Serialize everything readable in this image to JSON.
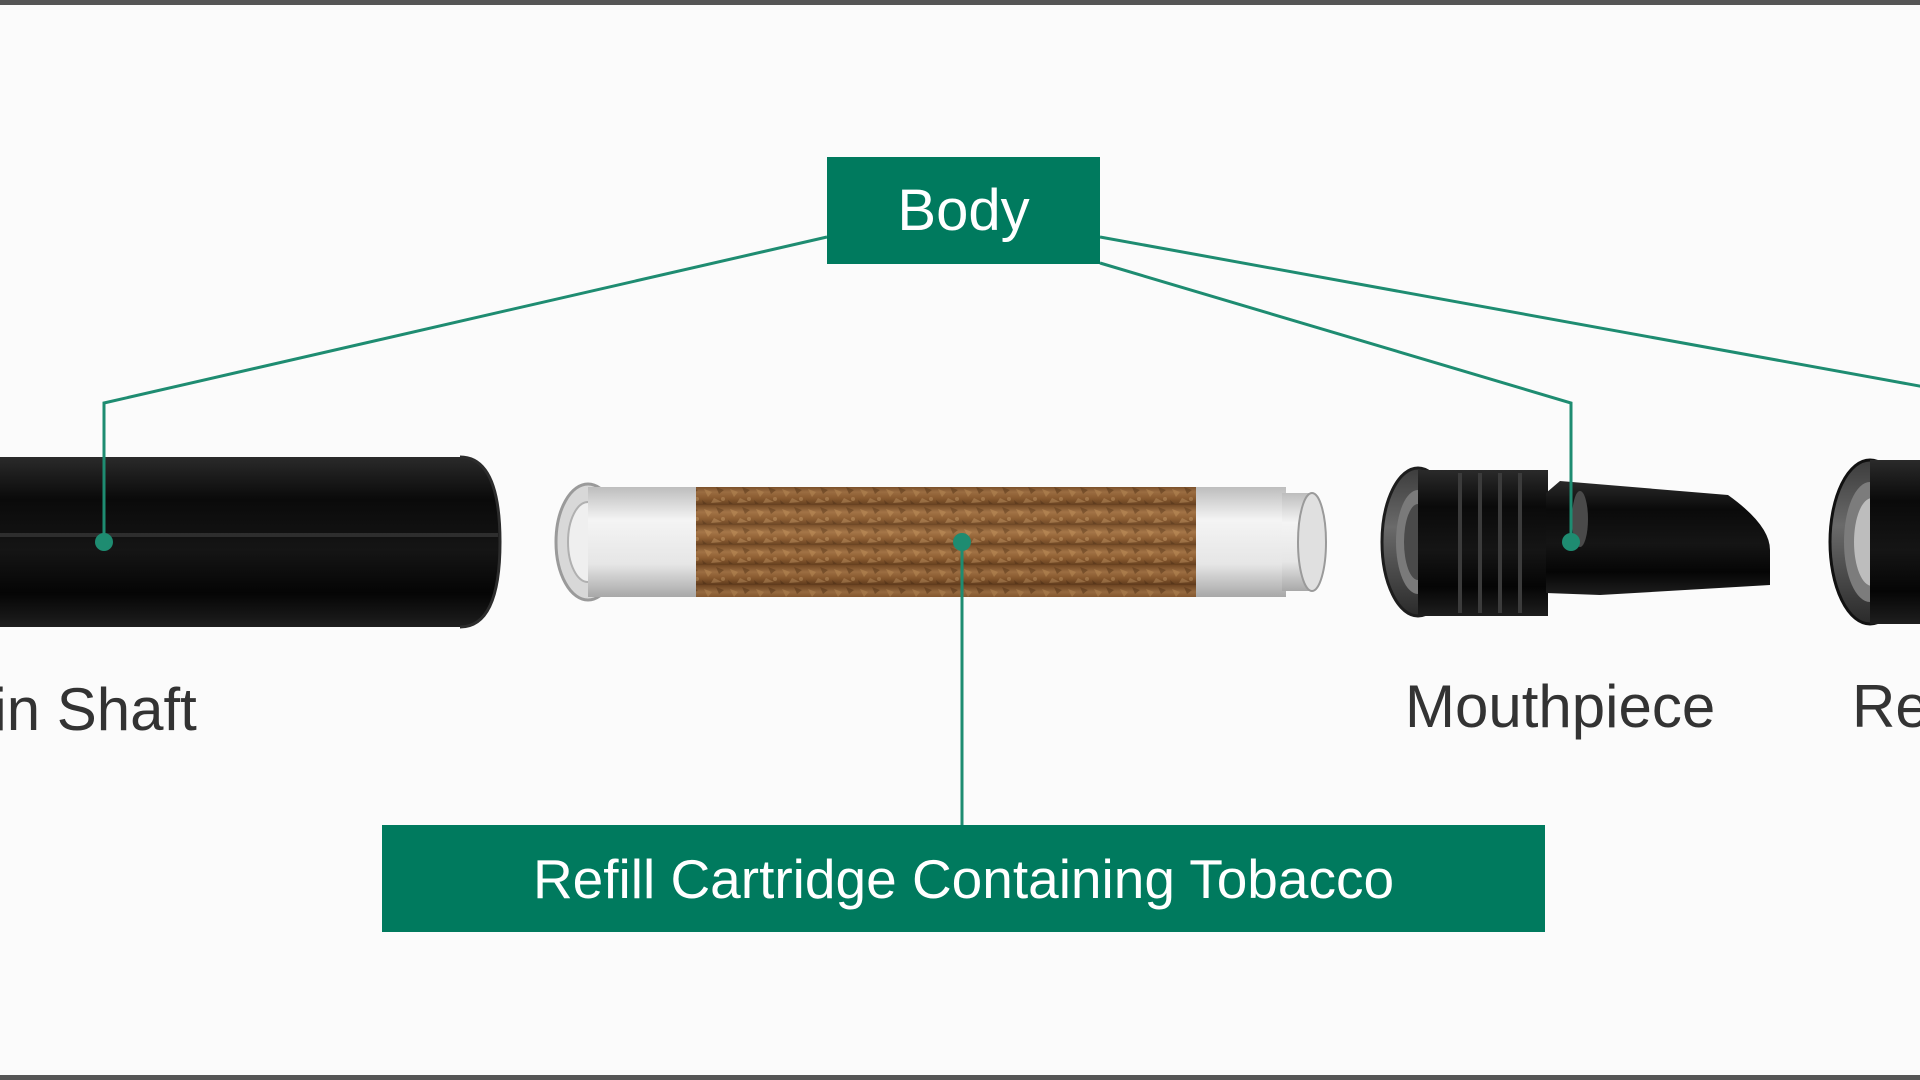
{
  "diagram": {
    "title_tag": "Body",
    "cartridge_tag": "Refill Cartridge Containing Tobacco",
    "parts": {
      "main_shaft_label": "ain Shaft",
      "mouthpiece_label": "Mouthpiece",
      "right_partial_label": "Re"
    },
    "icons": {
      "main_shaft": "black-cylinder-tube",
      "cartridge": "tobacco-cartridge-tube",
      "mouthpiece": "threaded-mouthpiece",
      "right_part": "black-ring-part"
    },
    "colors": {
      "accent": "#007a5e",
      "label_text": "#333333",
      "frame_border": "#555555",
      "tobacco": "#8a5a2e",
      "tube_black": "#0b0b0b"
    }
  }
}
